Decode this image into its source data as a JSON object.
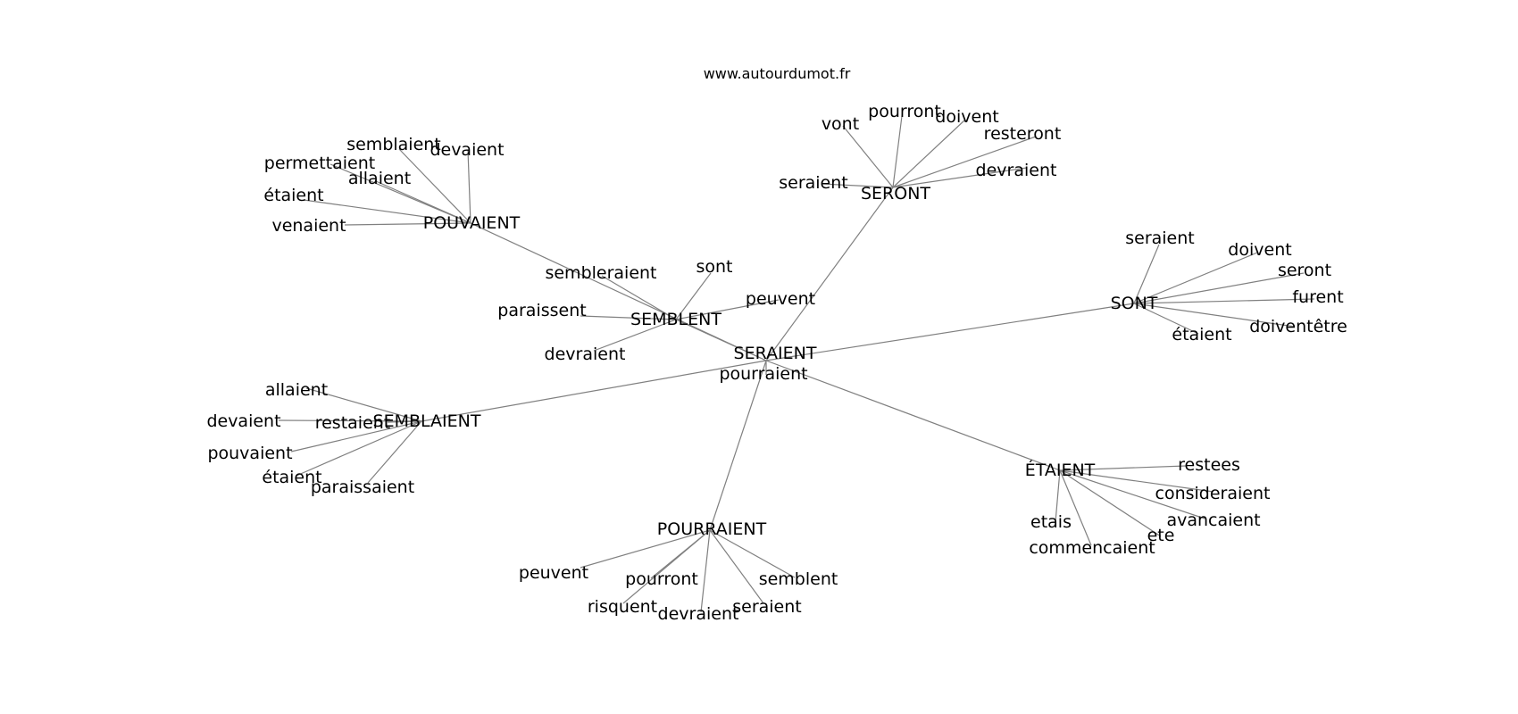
{
  "site_url": "www.autourdumot.fr",
  "colors": {
    "edge": "#808080",
    "text": "#000000",
    "background": "#ffffff"
  },
  "center": "SERAIENT",
  "hubs": [
    {
      "id": "seront",
      "label": "SERONT",
      "leaves": [
        "vont",
        "pourront",
        "doivent",
        "resteront",
        "devraient",
        "seraient"
      ]
    },
    {
      "id": "pouvaient",
      "label": "POUVAIENT",
      "leaves": [
        "semblaient",
        "devaient",
        "permettaient",
        "allaient",
        "étaient",
        "venaient"
      ]
    },
    {
      "id": "semblent",
      "label": "SEMBLENT",
      "leaves": [
        "sont",
        "paraissent",
        "devraient",
        "peuvent",
        "sembleraient"
      ]
    },
    {
      "id": "sont",
      "label": "SONT",
      "leaves": [
        "seraient",
        "doivent",
        "seront",
        "furent",
        "doiventêtre",
        "étaient"
      ]
    },
    {
      "id": "semblaient",
      "label": "SEMBLAIENT",
      "leaves": [
        "allaient",
        "devaient",
        "restaient",
        "pouvaient",
        "étaient",
        "paraissaient"
      ]
    },
    {
      "id": "pourraient",
      "label": "POURRAIENT",
      "leaves": [
        "peuvent",
        "pourront",
        "risquent",
        "devraient",
        "seraient",
        "semblent"
      ]
    },
    {
      "id": "etaient",
      "label": "ÉTAIENT",
      "leaves": [
        "restees",
        "consideraient",
        "avancaient",
        "ete",
        "etais",
        "commencaient"
      ]
    }
  ],
  "center_leaves": [
    "pourraient"
  ]
}
